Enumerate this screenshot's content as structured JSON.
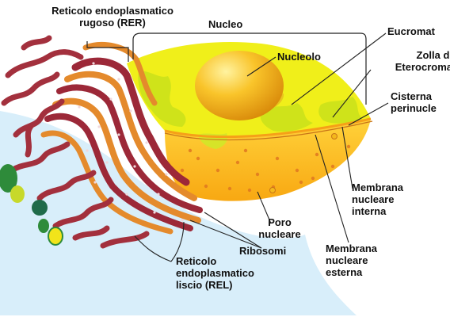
{
  "labels": {
    "rer": [
      "Reticolo endoplasmatico",
      "rugoso (RER)"
    ],
    "nucleo": "Nucleo",
    "eucromatina": "Eucromat",
    "nucleolo": "Nucleolo",
    "zolla": [
      "Zolla di",
      "Eterocroma"
    ],
    "cisterna": [
      "Cisterna",
      "perinucle"
    ],
    "membrana_interna": [
      "Membrana",
      "nucleare",
      "interna"
    ],
    "poro": [
      "Poro",
      "nucleare"
    ],
    "ribosomi": "Ribosomi",
    "membrana_esterna": [
      "Membrana",
      "nucleare",
      "esterna"
    ],
    "rel": [
      "Reticolo",
      "endoplasmatico",
      "liscio (REL)"
    ]
  },
  "colors": {
    "cytoplasm": "#d8eefa",
    "nucleus_section": "#fbb418",
    "nucleus_top": "#f0ef1a",
    "chromatin": "#cfe31a",
    "nucleolus": "#f4b81c",
    "rer": "#e48a2c",
    "rer_dark": "#9c2838",
    "rel": "#a3303d",
    "ribosome": "#e8c8cc",
    "leader_line": "#222222"
  }
}
